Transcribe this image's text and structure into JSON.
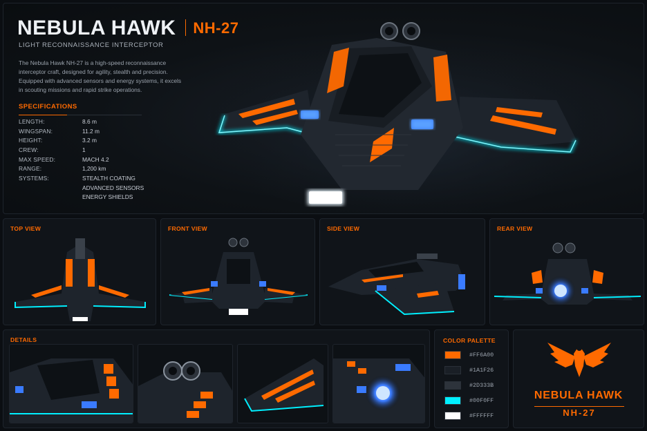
{
  "header": {
    "name": "NEBULA HAWK",
    "code": "NH-27",
    "subtitle": "LIGHT RECONNAISSANCE INTERCEPTOR",
    "description": "The Nebula Hawk NH-27 is a high-speed reconnaissance interceptor craft, designed for agility, stealth and precision. Equipped with advanced sensors and energy systems, it excels in scouting missions and rapid strike operations."
  },
  "specs": {
    "heading": "SPECIFICATIONS",
    "rows": [
      {
        "k": "LENGTH:",
        "v": "8.6 m"
      },
      {
        "k": "WINGSPAN:",
        "v": "11.2 m"
      },
      {
        "k": "HEIGHT:",
        "v": "3.2 m"
      },
      {
        "k": "CREW:",
        "v": "1"
      },
      {
        "k": "MAX SPEED:",
        "v": "MACH 4.2"
      },
      {
        "k": "RANGE:",
        "v": "1,200 km"
      },
      {
        "k": "SYSTEMS:",
        "v": "STEALTH COATING"
      },
      {
        "k": "",
        "v": "ADVANCED SENSORS"
      },
      {
        "k": "",
        "v": "ENERGY SHIELDS"
      }
    ]
  },
  "views": {
    "top": "TOP VIEW",
    "front": "FRONT VIEW",
    "side": "SIDE VIEW",
    "rear": "REAR VIEW"
  },
  "details": {
    "label": "DETAILS"
  },
  "palette": {
    "title": "COLOR PALETTE",
    "swatches": [
      {
        "hex": "#FF6A00"
      },
      {
        "hex": "#1A1F26"
      },
      {
        "hex": "#2D333B"
      },
      {
        "hex": "#00F0FF"
      },
      {
        "hex": "#FFFFFF"
      }
    ]
  },
  "logo": {
    "name": "NEBULA HAWK",
    "code": "NH-27"
  },
  "colors": {
    "accent": "#ff6a00",
    "glow": "#00f0ff",
    "hull": "#1a1f26",
    "panel": "#2d333b"
  }
}
